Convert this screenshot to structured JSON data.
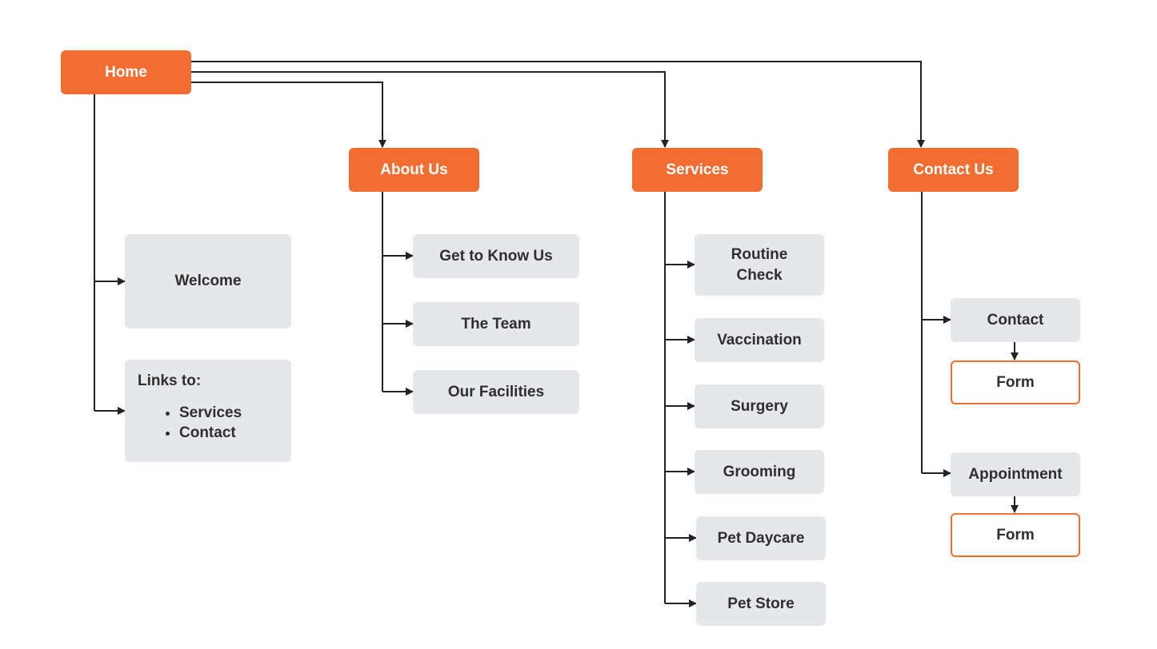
{
  "colors": {
    "primary": "#f26d31",
    "secondary": "#e6e7ea",
    "line": "#222222"
  },
  "home": {
    "label": "Home"
  },
  "home_children": {
    "welcome": "Welcome",
    "links_label": "Links to:",
    "links": [
      "Services",
      "Contact"
    ]
  },
  "about": {
    "label": "About Us",
    "children": [
      "Get to Know Us",
      "The Team",
      "Our Facilities"
    ]
  },
  "services": {
    "label": "Services",
    "children": [
      "Routine\nCheck",
      "Vaccination",
      "Surgery",
      "Grooming",
      "Pet Daycare",
      "Pet Store"
    ]
  },
  "contact": {
    "label": "Contact Us",
    "children": [
      {
        "label": "Contact",
        "form": "Form"
      },
      {
        "label": "Appointment",
        "form": "Form"
      }
    ]
  }
}
